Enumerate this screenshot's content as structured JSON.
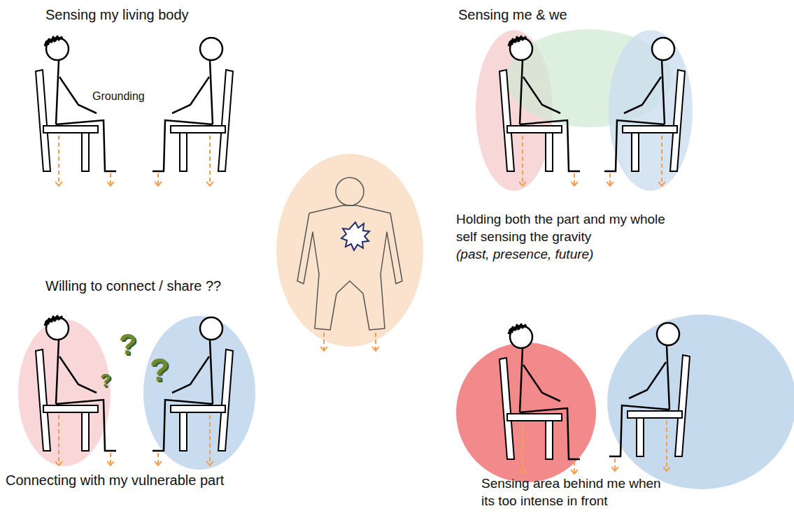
{
  "diagram": {
    "labels": [
      "Sensing my living body",
      "Grounding",
      "Sensing me & we",
      "Holding both the part and my whole self sensing the gravity",
      "(past, presence, future)",
      "Willing to connect / share ??",
      "?",
      "?",
      "?",
      "Connecting with my vulnerable part",
      "Sensing area behind me when its too intense in front"
    ]
  }
}
